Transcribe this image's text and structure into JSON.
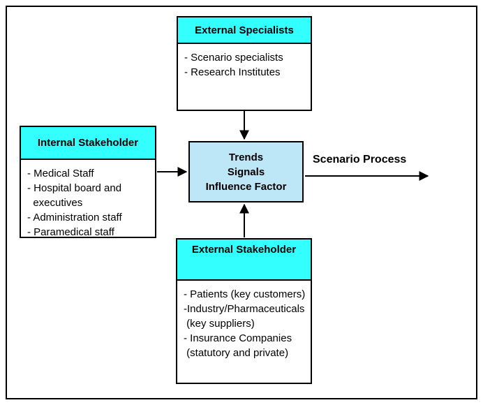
{
  "diagram": {
    "external_specialists": {
      "title": "External Specialists",
      "lines": [
        "- Scenario specialists",
        "- Research Institutes"
      ]
    },
    "internal_stakeholder": {
      "title": "Internal Stakeholder",
      "lines": [
        "- Medical Staff",
        "- Hospital board and",
        "  executives",
        "- Administration staff",
        "- Paramedical staff"
      ]
    },
    "central": {
      "lines": [
        "Trends",
        "Signals",
        "Influence Factor"
      ]
    },
    "external_stakeholder": {
      "title": "External Stakeholder",
      "lines": [
        "- Patients (key customers)",
        "-Industry/Pharmaceuticals",
        " (key suppliers)",
        "- Insurance Companies",
        " (statutory and private)"
      ]
    },
    "scenario_process_label": "Scenario Process",
    "colors": {
      "header_fill": "#33FFFF",
      "central_fill": "#BDE7F7",
      "border": "#000000",
      "background": "#FFFFFF"
    }
  }
}
